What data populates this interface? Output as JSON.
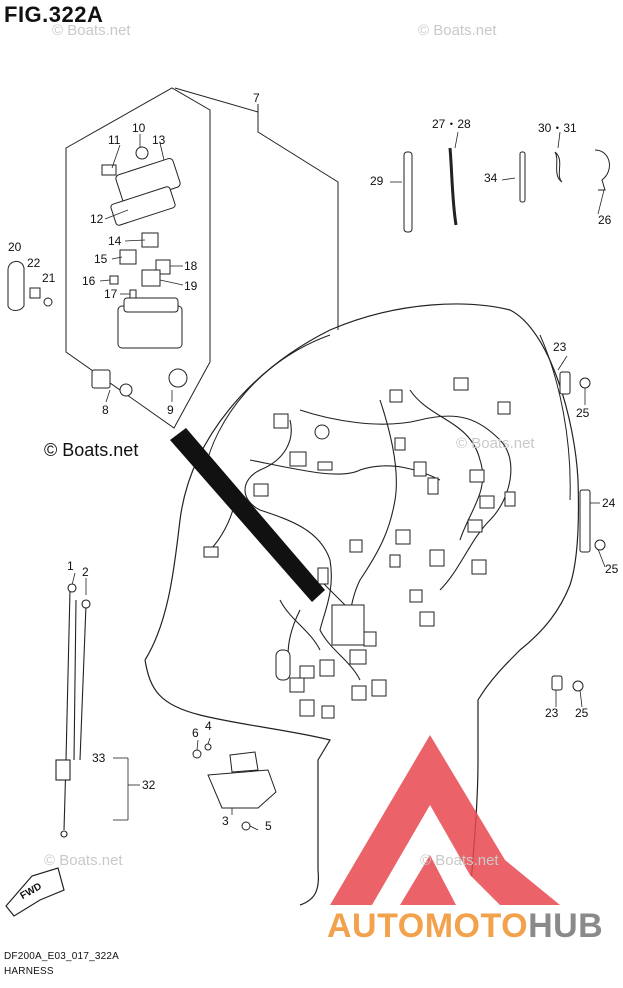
{
  "figure": {
    "title": "FIG.322A",
    "code": "DF200A_E03_017_322A",
    "name": "HARNESS"
  },
  "watermark": {
    "main": "© Boats.net",
    "faint": "© Boats.net"
  },
  "brand": {
    "part_a": "AUTOMOTO",
    "part_b": "HUB",
    "colors": {
      "orange": "#f2a24d",
      "gray": "#8a8a8a",
      "red": "#e8484f"
    }
  },
  "callouts": {
    "p1": "1",
    "p2": "2",
    "p3": "3",
    "p4": "4",
    "p5": "5",
    "p6": "6",
    "p7": "7",
    "p8": "8",
    "p9": "9",
    "p10": "10",
    "p11": "11",
    "p12": "12",
    "p13": "13",
    "p14": "14",
    "p15": "15",
    "p16": "16",
    "p17": "17",
    "p18": "18",
    "p19": "19",
    "p20": "20",
    "p21": "21",
    "p22": "22",
    "p23a": "23",
    "p23b": "23",
    "p24": "24",
    "p25a": "25",
    "p25b": "25",
    "p25c": "25",
    "p26": "26",
    "p27_28": "27・28",
    "p29": "29",
    "p30_31": "30・31",
    "p32": "32",
    "p33": "33",
    "p34": "34",
    "fwd": "FWD"
  }
}
